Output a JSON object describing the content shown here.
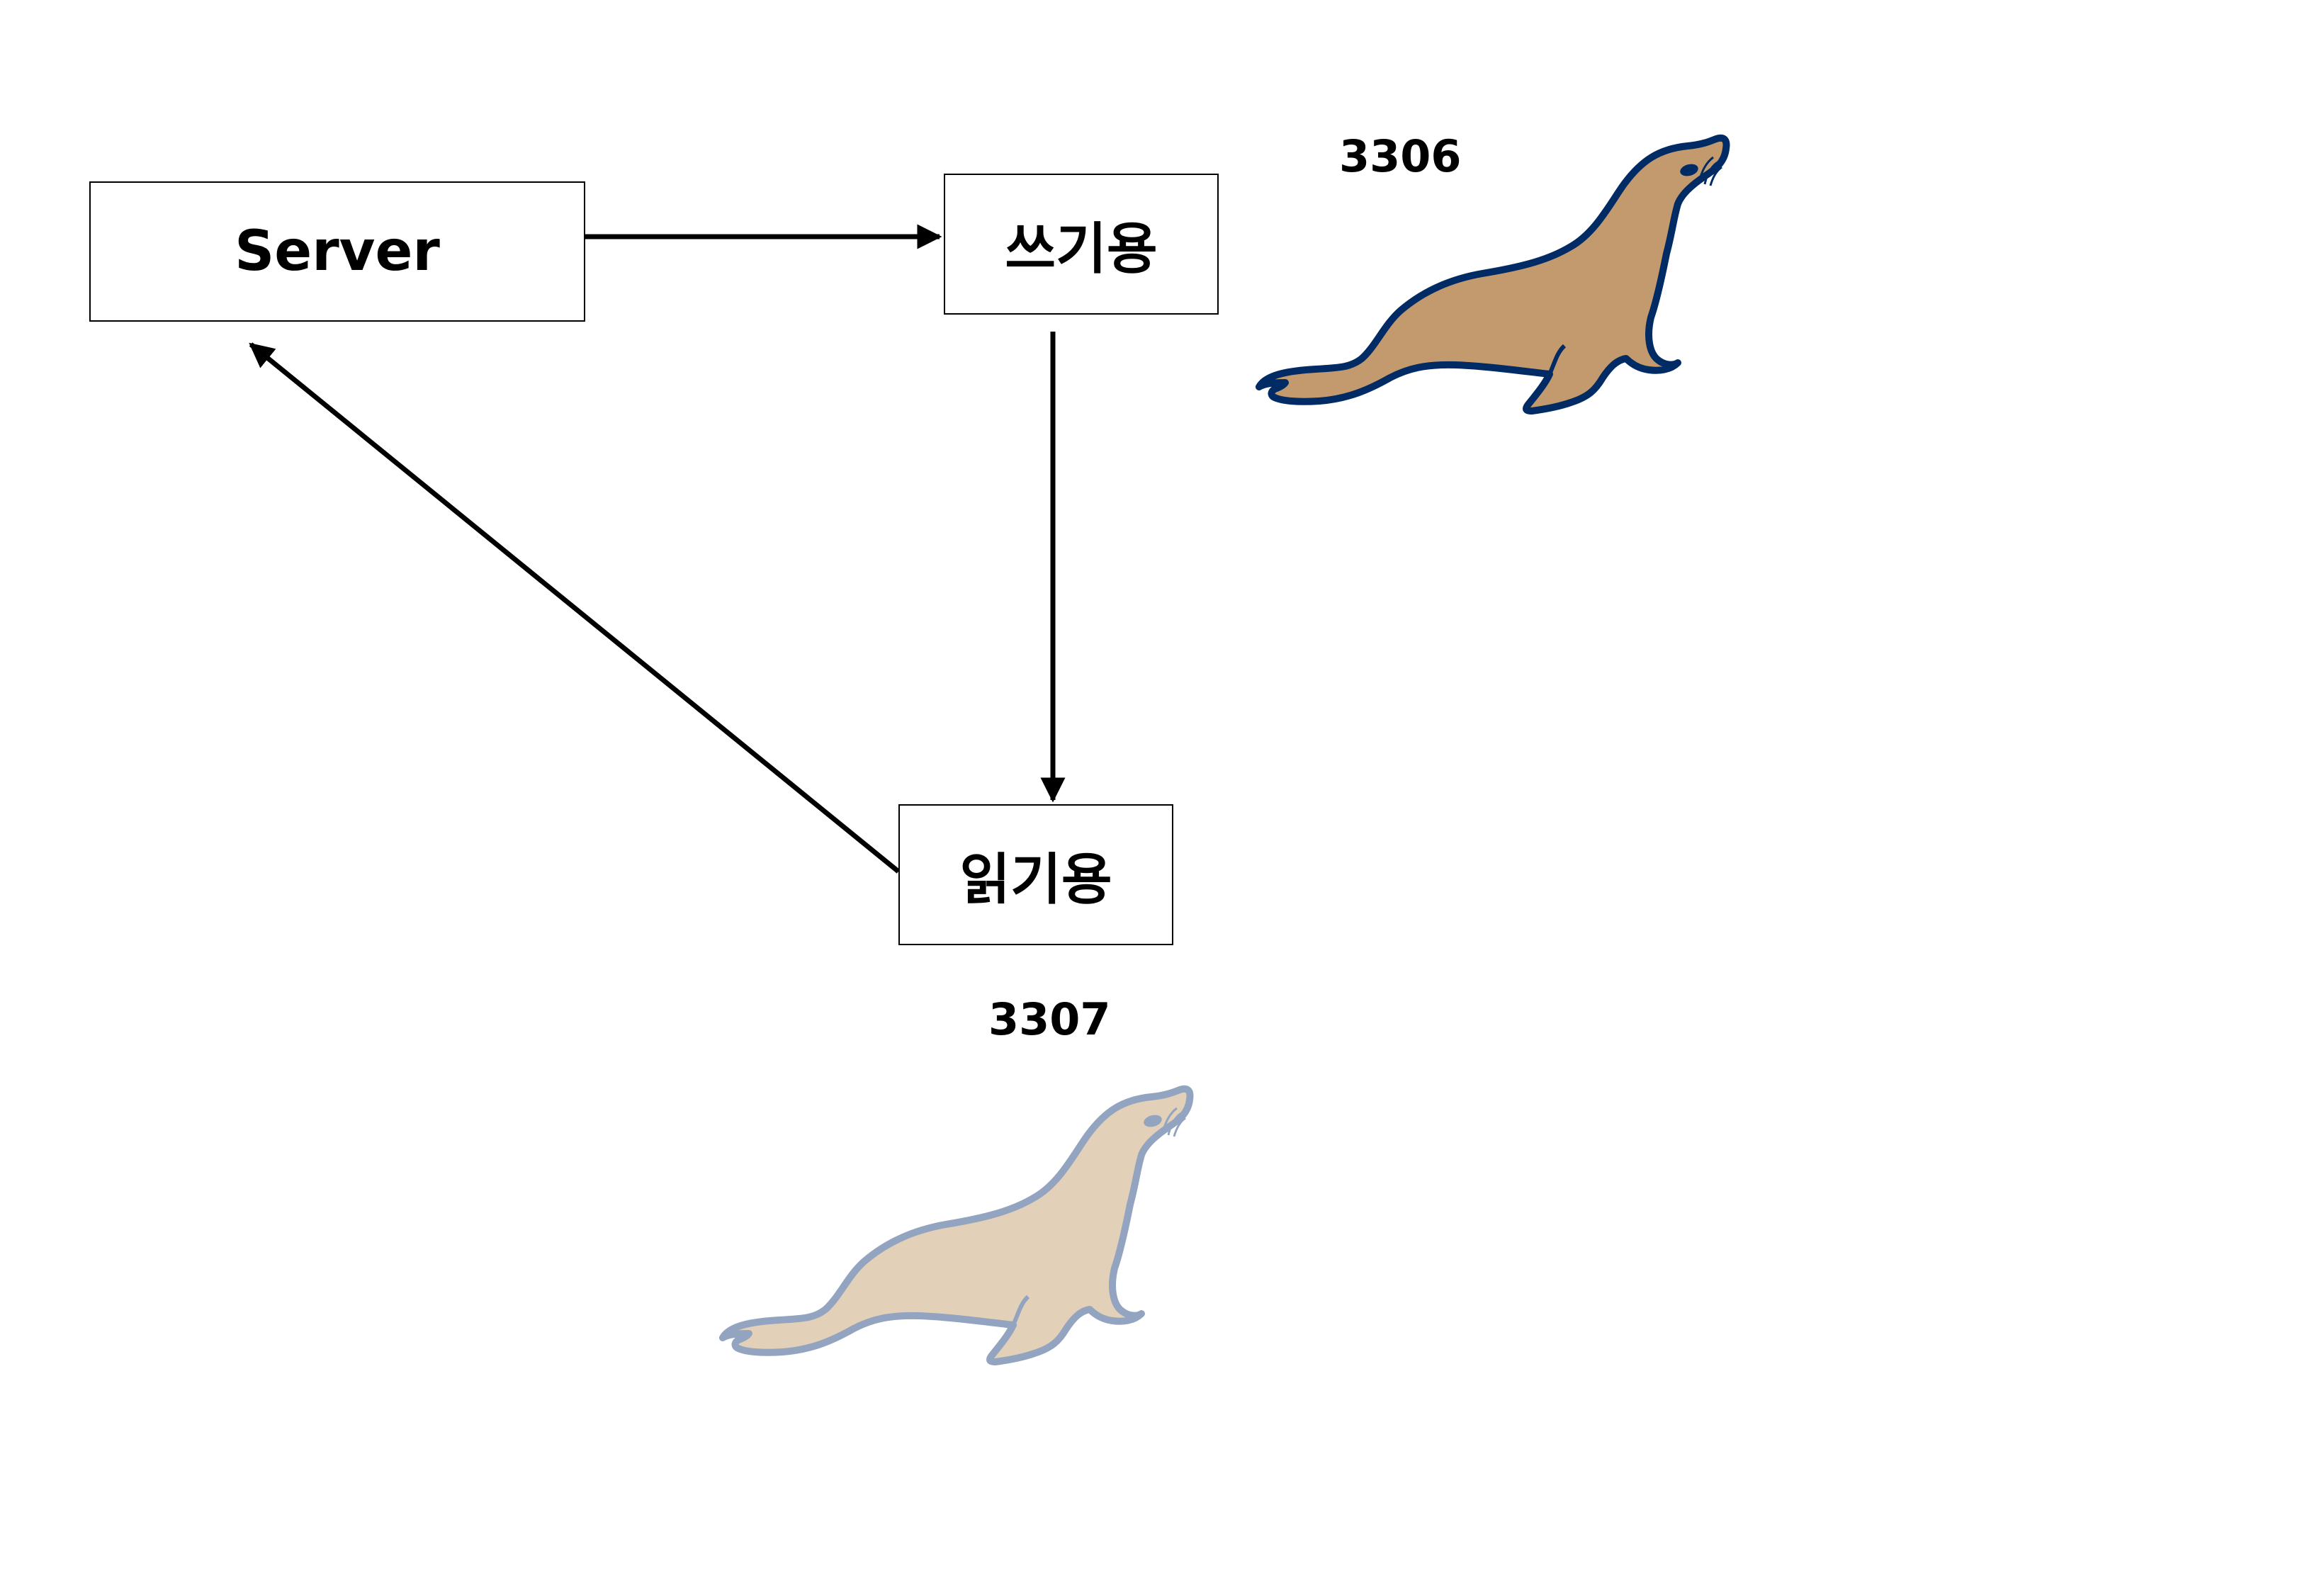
{
  "nodes": {
    "server": {
      "label": "Server"
    },
    "write": {
      "label": "쓰기용"
    },
    "read": {
      "label": "읽기용"
    }
  },
  "ports": {
    "primary": "3306",
    "replica": "3307"
  },
  "colors": {
    "line": "#000000",
    "primary_seal_fill": "#C39A6E",
    "primary_seal_outline": "#002B64",
    "primary_seal_eye": "#002B64",
    "replica_seal_fill": "#E2D0B8",
    "replica_seal_outline": "#93A4C1",
    "replica_seal_eye": "#93A4C1"
  },
  "icons": {
    "primary": "mariadb-seal-icon",
    "replica": "mariadb-seal-faded-icon"
  }
}
